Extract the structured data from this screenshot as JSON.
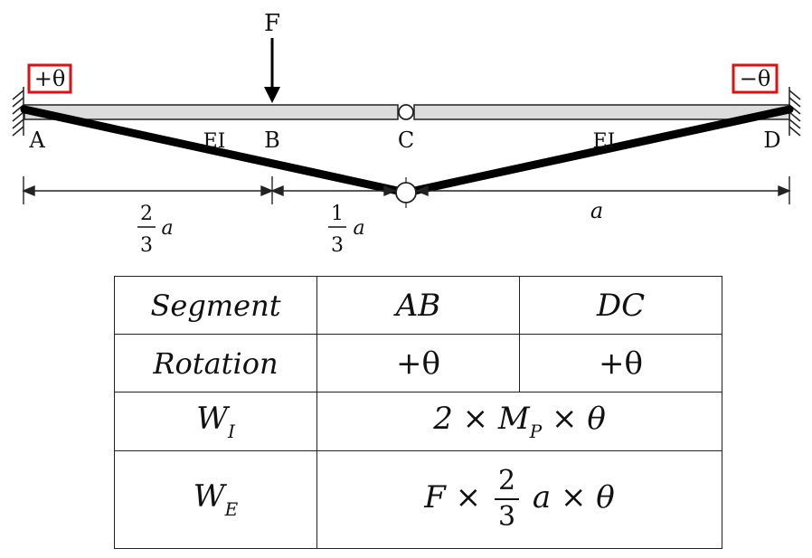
{
  "diagram": {
    "load": "F",
    "points": {
      "a": "A",
      "b": "B",
      "c": "C",
      "d": "D"
    },
    "stiffness_left": "EI",
    "stiffness_right": "EI",
    "rotation_left": "+θ",
    "rotation_right": "−θ",
    "dim_1": {
      "num": "2",
      "den": "3",
      "var": "a"
    },
    "dim_2": {
      "num": "1",
      "den": "3",
      "var": "a"
    },
    "dim_3": "a",
    "colors": {
      "beam": "#dcdcdc",
      "mechanism": "#000000",
      "highlight": "#e01010"
    }
  },
  "table": {
    "row_headers": [
      "Segment",
      "Rotation"
    ],
    "segments": [
      "AB",
      "DC"
    ],
    "rotations": [
      "+θ",
      "+θ"
    ],
    "wi_label": "W",
    "wi_sub": "I",
    "wi_expr": {
      "pre": "2 × M",
      "sub": "P",
      "post": "× θ"
    },
    "we_label": "W",
    "we_sub": "E",
    "we_expr": {
      "pre": "F ×",
      "num": "2",
      "den": "3",
      "post": "a × θ"
    }
  }
}
